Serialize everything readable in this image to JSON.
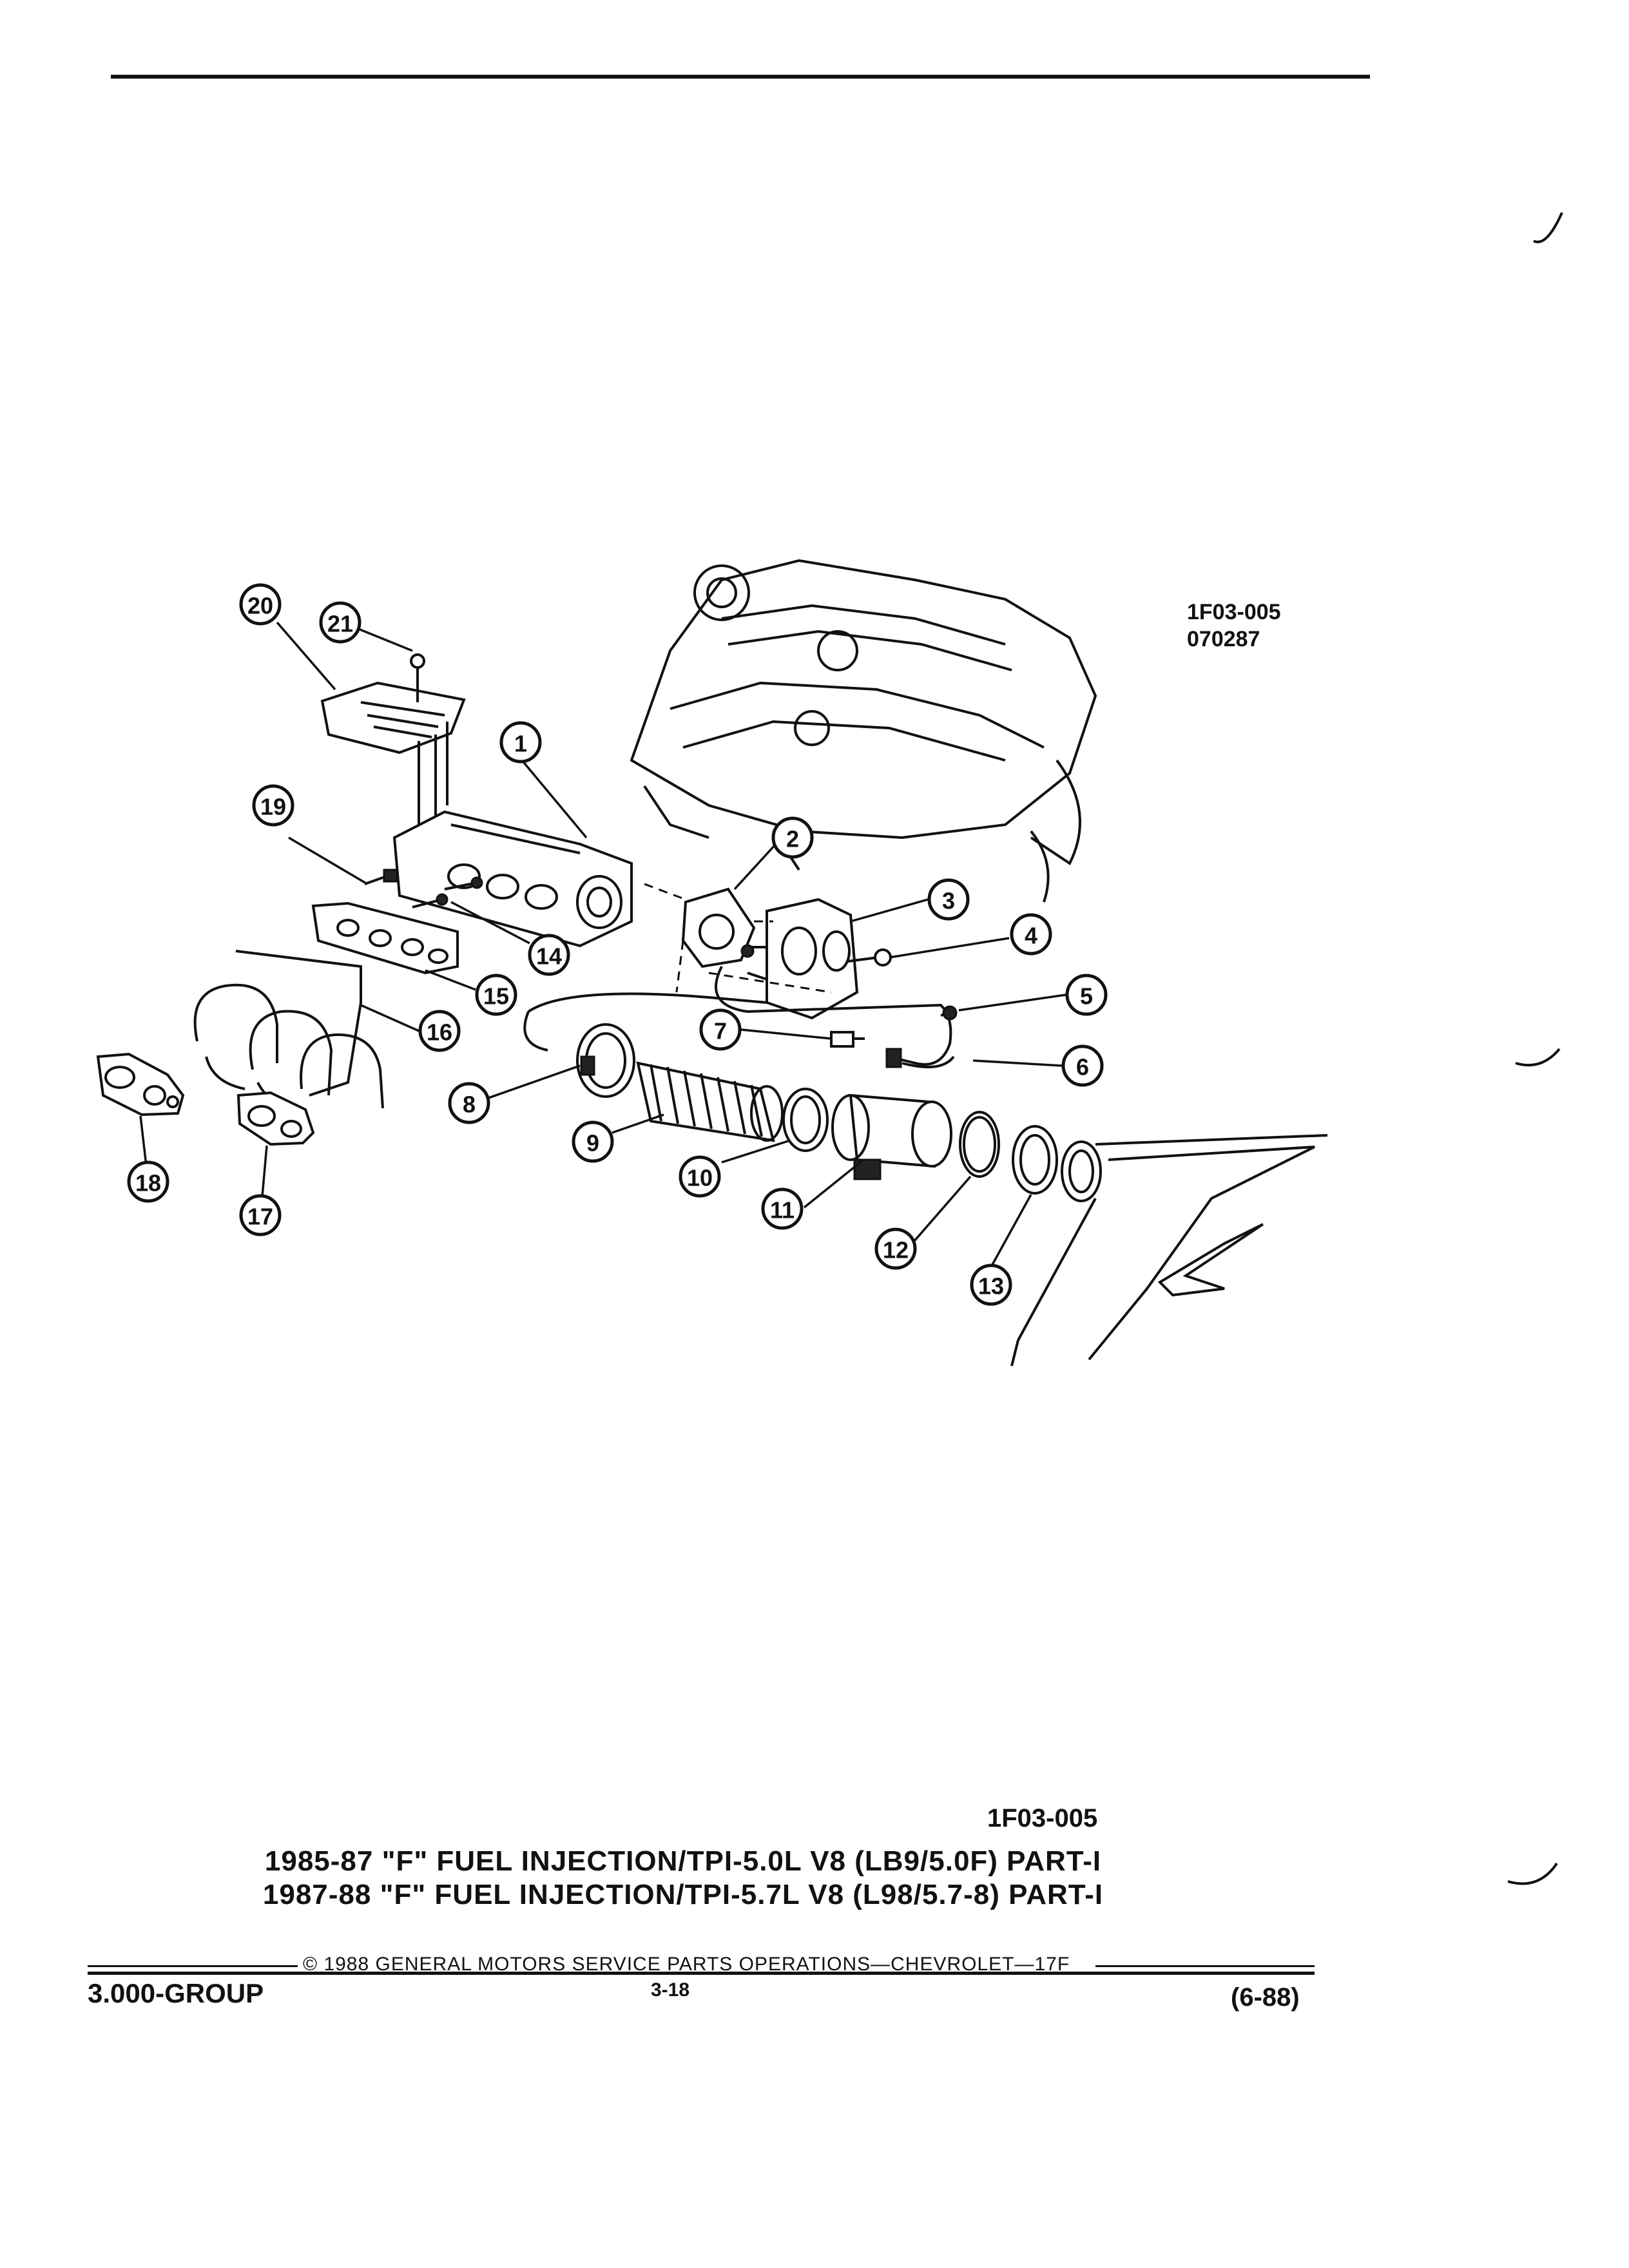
{
  "header": {
    "reference_code": "1F03-005",
    "reference_date": "070287"
  },
  "diagram": {
    "callouts": [
      "1",
      "2",
      "3",
      "4",
      "5",
      "6",
      "7",
      "8",
      "9",
      "10",
      "11",
      "12",
      "13",
      "14",
      "15",
      "16",
      "17",
      "18",
      "19",
      "20",
      "21"
    ]
  },
  "caption": {
    "code": "1F03-005",
    "line1": "1985-87 \"F\" FUEL INJECTION/TPI-5.0L V8 (LB9/5.0F) PART-I",
    "line2": "1987-88 \"F\" FUEL INJECTION/TPI-5.7L V8 (L98/5.7-8) PART-I"
  },
  "footer": {
    "copyright": "© 1988 GENERAL MOTORS SERVICE PARTS OPERATIONS—CHEVROLET—17F",
    "page": "3-18",
    "group": "3.000-GROUP",
    "revision": "(6-88)"
  }
}
